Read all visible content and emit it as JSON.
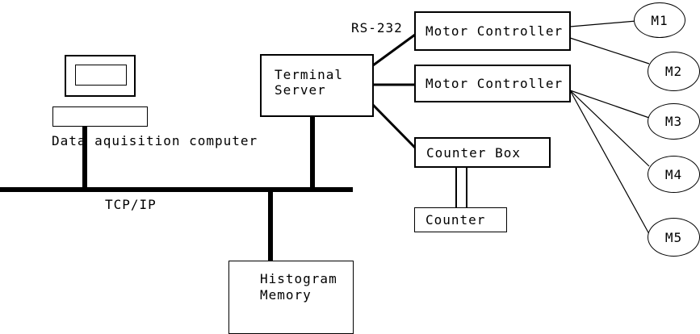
{
  "diagram": {
    "type": "system-block-diagram",
    "background_color": "#ffffff",
    "line_color": "#000000",
    "labels": {
      "computer": "Data aquisition computer",
      "network_bus": "TCP/IP",
      "serial_link": "RS-232"
    },
    "nodes": {
      "terminal_server": "Terminal\nServer",
      "motor_controller_1": "Motor Controller",
      "motor_controller_2": "Motor Controller",
      "counter_box": "Counter Box",
      "counter": "Counter",
      "histogram_memory": "Histogram\nMemory",
      "motors": [
        "M1",
        "M2",
        "M3",
        "M4",
        "M5"
      ]
    },
    "connections": [
      {
        "from": "data-aquisition-computer",
        "to": "tcpip-bus",
        "style": "thick"
      },
      {
        "from": "terminal-server",
        "to": "tcpip-bus",
        "style": "thick"
      },
      {
        "from": "tcpip-bus",
        "to": "histogram-memory",
        "style": "thick"
      },
      {
        "from": "terminal-server",
        "to": "motor-controller-1",
        "style": "medium",
        "label": "RS-232"
      },
      {
        "from": "terminal-server",
        "to": "motor-controller-2",
        "style": "medium"
      },
      {
        "from": "terminal-server",
        "to": "counter-box",
        "style": "medium"
      },
      {
        "from": "motor-controller-1",
        "to": "M1",
        "style": "thin"
      },
      {
        "from": "motor-controller-1",
        "to": "M2",
        "style": "thin"
      },
      {
        "from": "motor-controller-2",
        "to": "M3",
        "style": "thin"
      },
      {
        "from": "motor-controller-2",
        "to": "M4",
        "style": "thin"
      },
      {
        "from": "motor-controller-2",
        "to": "M5",
        "style": "thin"
      },
      {
        "from": "counter-box",
        "to": "counter",
        "style": "double-line"
      }
    ]
  }
}
